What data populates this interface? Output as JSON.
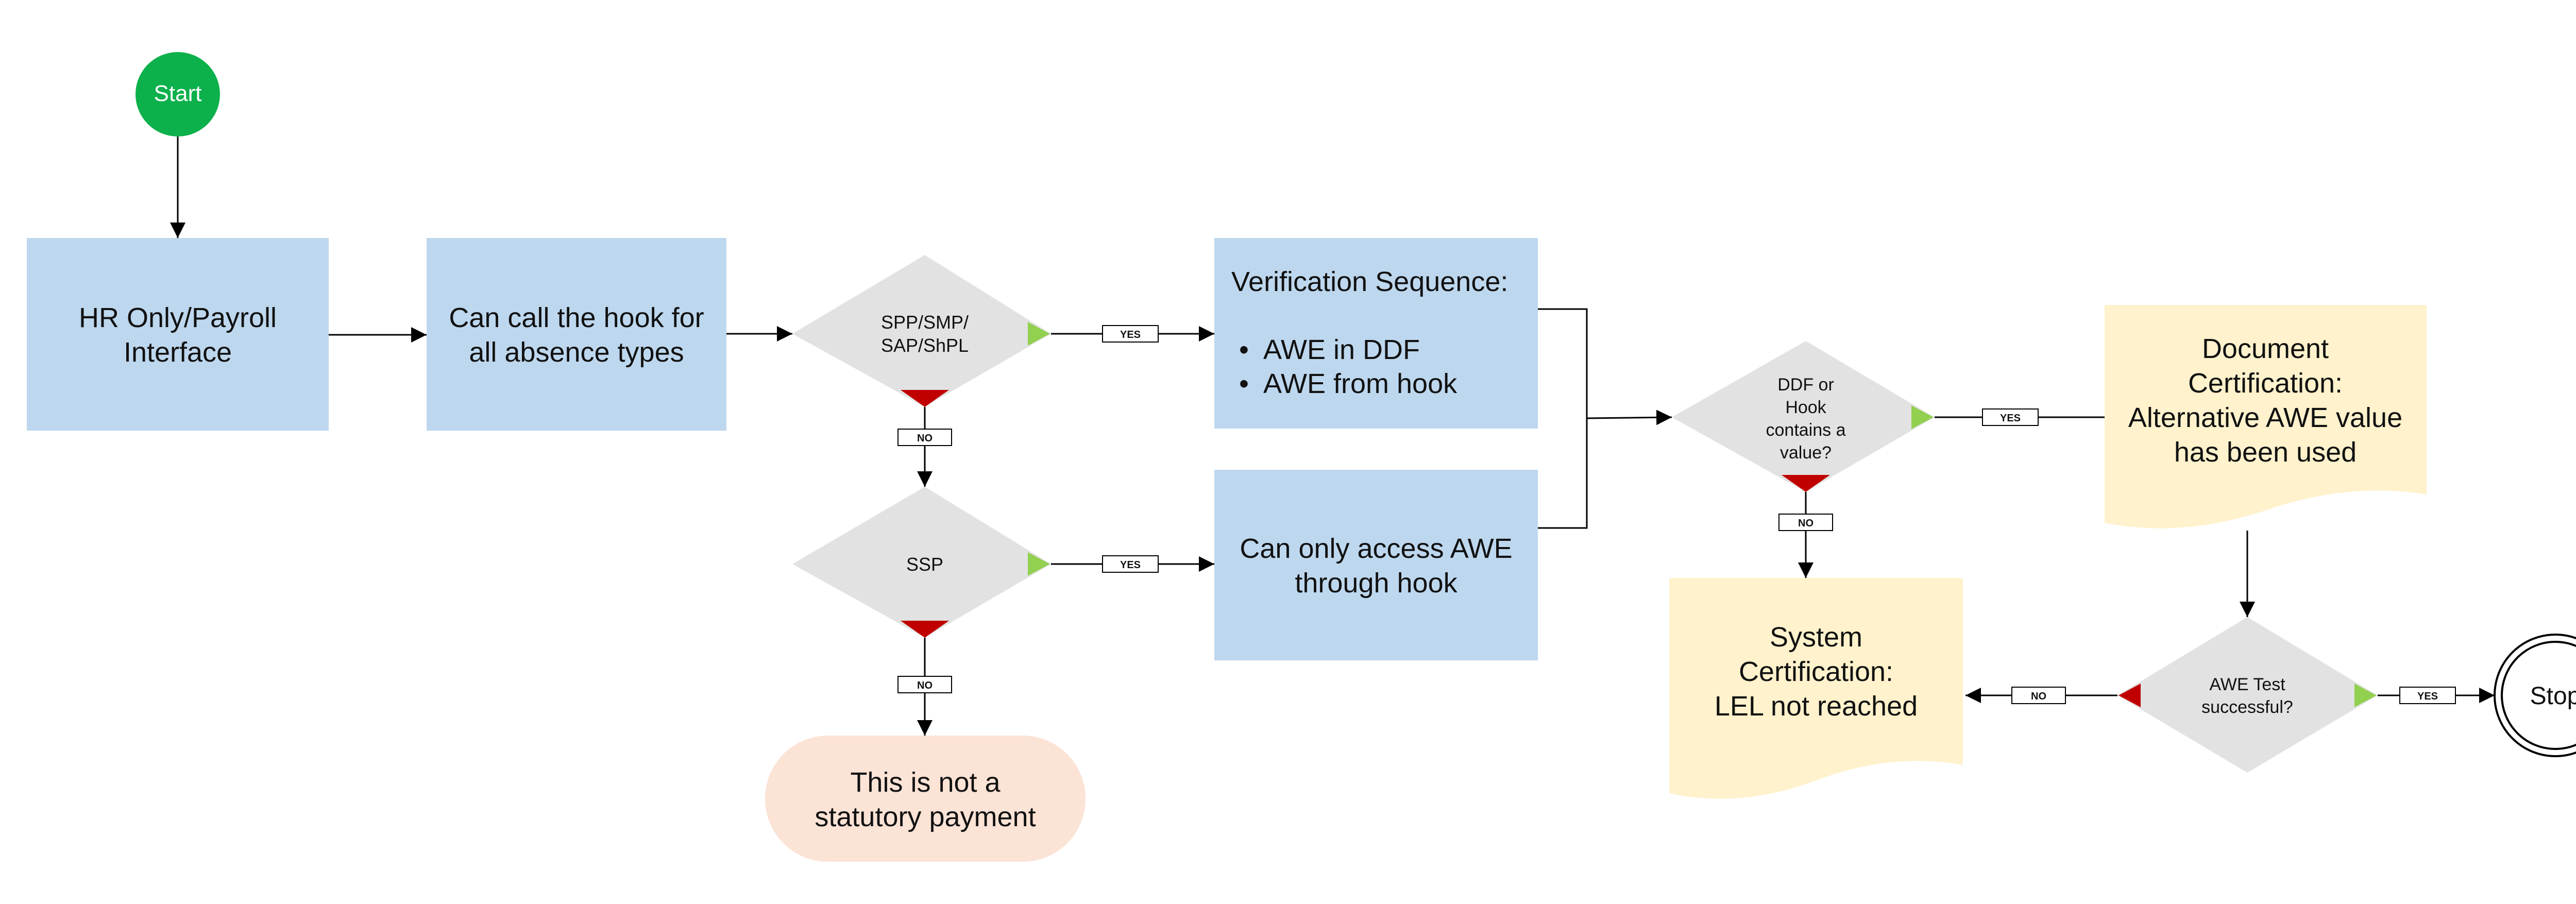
{
  "colors": {
    "start": "#0DB14B",
    "process": "#BDD7EE",
    "decision": "#E2E2E2",
    "document": "#FFF2CC",
    "terminal_pink": "#FBE3D6",
    "yes_arrow": "#92D050",
    "no_arrow": "#C00000",
    "line": "#000000"
  },
  "nodes": {
    "start": {
      "label": "Start"
    },
    "hr_only": {
      "line1": "HR Only/Payroll",
      "line2": "Interface"
    },
    "call_hook": {
      "line1": "Can call the hook for",
      "line2": "all absence types"
    },
    "dec_spp": {
      "line1": "SPP/SMP/",
      "line2": "SAP/ShPL"
    },
    "verification": {
      "title": "Verification Sequence:",
      "bullet1": "AWE in DDF",
      "bullet2": "AWE from hook"
    },
    "dec_ssp": {
      "label": "SSP"
    },
    "access_awe": {
      "line1": "Can only access AWE",
      "line2": "through hook"
    },
    "not_statutory": {
      "line1": "This is not a",
      "line2": "statutory payment"
    },
    "dec_ddf": {
      "line1": "DDF or",
      "line2": "Hook",
      "line3": "contains a",
      "line4": "value?"
    },
    "doc_cert": {
      "line1": "Document",
      "line2": "Certification:",
      "line3": "Alternative AWE value",
      "line4": "has been used"
    },
    "sys_cert": {
      "line1": "System",
      "line2": "Certification:",
      "line3": "LEL not reached"
    },
    "dec_awe": {
      "line1": "AWE Test",
      "line2": "successful?"
    },
    "stop": {
      "label": "Stop"
    }
  },
  "connector_labels": {
    "spp_yes": "YES",
    "spp_no": "NO",
    "ssp_yes": "YES",
    "ssp_no": "NO",
    "ddf_yes": "YES",
    "ddf_no": "NO",
    "awe_no": "NO",
    "awe_yes": "YES"
  }
}
